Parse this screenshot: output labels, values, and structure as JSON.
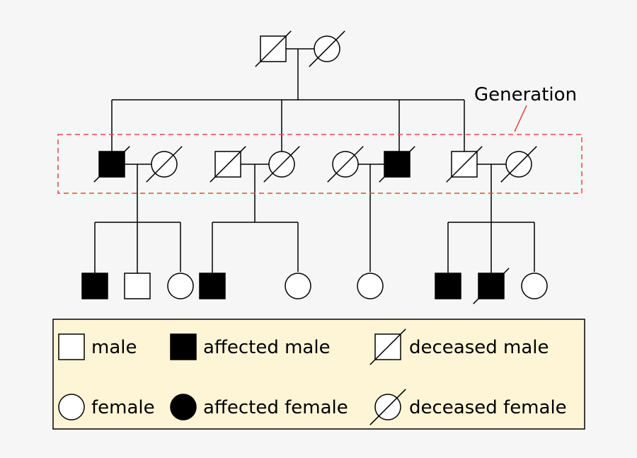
{
  "annotation": {
    "text": "Generation",
    "box_color": "#ee4444"
  },
  "legend": {
    "background": "#fdf5d6",
    "items": [
      {
        "label": "male",
        "symbol": "male"
      },
      {
        "label": "affected male",
        "symbol": "affected-male"
      },
      {
        "label": "deceased male",
        "symbol": "deceased-male"
      },
      {
        "label": "female",
        "symbol": "female"
      },
      {
        "label": "affected female",
        "symbol": "affected-female"
      },
      {
        "label": "deceased female",
        "symbol": "deceased-female"
      }
    ]
  },
  "pedigree": {
    "generation_1": [
      {
        "sex": "male",
        "affected": false,
        "deceased": true
      },
      {
        "sex": "female",
        "affected": false,
        "deceased": true
      }
    ],
    "generation_2": [
      {
        "sex": "male",
        "affected": true,
        "deceased": true
      },
      {
        "sex": "female",
        "affected": false,
        "deceased": true
      },
      {
        "sex": "male",
        "affected": false,
        "deceased": true
      },
      {
        "sex": "female",
        "affected": false,
        "deceased": true
      },
      {
        "sex": "female",
        "affected": false,
        "deceased": true
      },
      {
        "sex": "male",
        "affected": true,
        "deceased": true
      },
      {
        "sex": "male",
        "affected": false,
        "deceased": true
      },
      {
        "sex": "female",
        "affected": false,
        "deceased": true
      }
    ],
    "generation_3": [
      {
        "sex": "male",
        "affected": true,
        "deceased": false
      },
      {
        "sex": "male",
        "affected": false,
        "deceased": false
      },
      {
        "sex": "female",
        "affected": false,
        "deceased": false
      },
      {
        "sex": "male",
        "affected": true,
        "deceased": false
      },
      {
        "sex": "female",
        "affected": false,
        "deceased": false
      },
      {
        "sex": "female",
        "affected": false,
        "deceased": false
      },
      {
        "sex": "male",
        "affected": true,
        "deceased": false
      },
      {
        "sex": "male",
        "affected": true,
        "deceased": true
      },
      {
        "sex": "female",
        "affected": false,
        "deceased": false
      }
    ]
  }
}
